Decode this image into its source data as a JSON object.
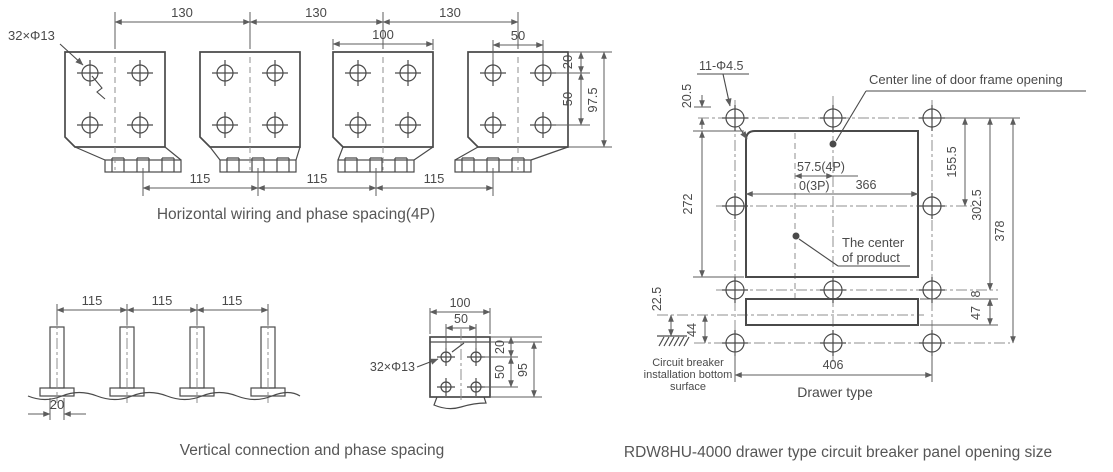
{
  "horizontal": {
    "caption": "Horizontal wiring and phase spacing(4P)",
    "hole_note": "32×Φ13",
    "pitch": [
      "130",
      "130",
      "130"
    ],
    "bottom_pitch": [
      "115",
      "115",
      "115"
    ],
    "top_width": "100",
    "hole_span": "50",
    "edge_to_hole": "20",
    "hole_gap": "50",
    "height": "97.5"
  },
  "vertical": {
    "caption": "Vertical connection and phase spacing",
    "pitch": [
      "115",
      "115",
      "115"
    ],
    "pin_width": "20",
    "plate": {
      "hole_note": "32×Φ13",
      "top_width": "100",
      "hole_span": "50",
      "edge_to_hole": "20",
      "hole_gap": "50",
      "height": "95"
    }
  },
  "panel": {
    "caption": "RDW8HU-4000 drawer type circuit breaker panel opening size",
    "hole_note": "11-Φ4.5",
    "door_center_label": "Center line of door frame opening",
    "product_center_line1": "The center",
    "product_center_line2": "of product",
    "surface_line1": "Circuit breaker",
    "surface_line2": "installation bottom",
    "surface_line3": "surface",
    "drawer_label": "Drawer type",
    "dims": {
      "hole_offset": "20.5",
      "opening_height": "272",
      "center_offset_4p": "57.5(4P)",
      "center_offset_3p": "0(3P)",
      "opening_width": "366",
      "row2_offset": "155.5",
      "row3_offset": "302.5",
      "row4_offset": "378",
      "slot_gap": "8",
      "slot_height": "47",
      "surface_offset": "22.5",
      "bottom_row_offset": "44",
      "hole_span": "406"
    }
  },
  "colors": {
    "line": "#4a4a4a",
    "centerline": "#8f8f8f",
    "dimension": "#5d5d5d",
    "background": "#ffffff"
  }
}
